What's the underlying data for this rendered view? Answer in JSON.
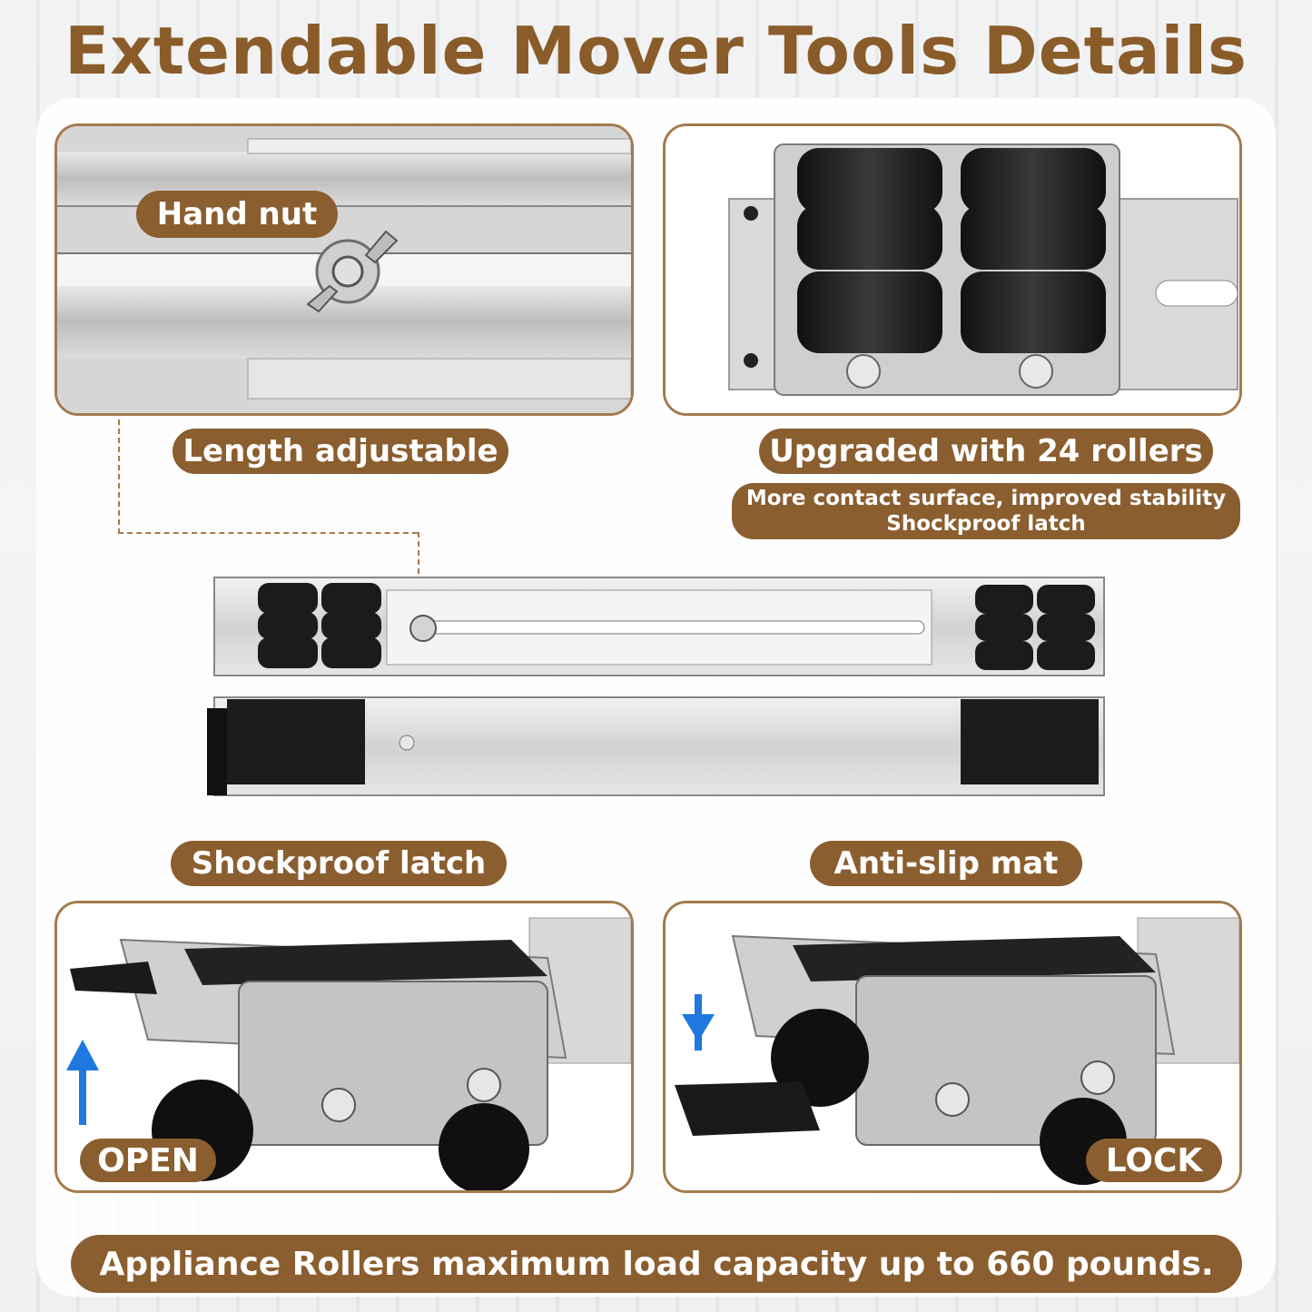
{
  "title": "Extendable Mover Tools Details",
  "labels": {
    "hand_nut": "Hand nut",
    "length_adjustable": "Length adjustable",
    "upgraded_rollers": "Upgraded with 24 rollers",
    "contact_surface": "More contact surface, improved stability",
    "shockproof_sub": "Shockproof latch",
    "shockproof_latch": "Shockproof latch",
    "anti_slip_mat": "Anti-slip mat",
    "open": "OPEN",
    "lock": "LOCK",
    "footer": "Appliance Rollers maximum load capacity up to 660 pounds."
  },
  "colors": {
    "brand_brown": "#8b5e2f",
    "border_brown": "#a47a4d",
    "arrow_blue": "#1e78e0"
  },
  "icons": [
    "wing-nut-icon",
    "arrow-up-icon",
    "arrow-down-icon"
  ]
}
